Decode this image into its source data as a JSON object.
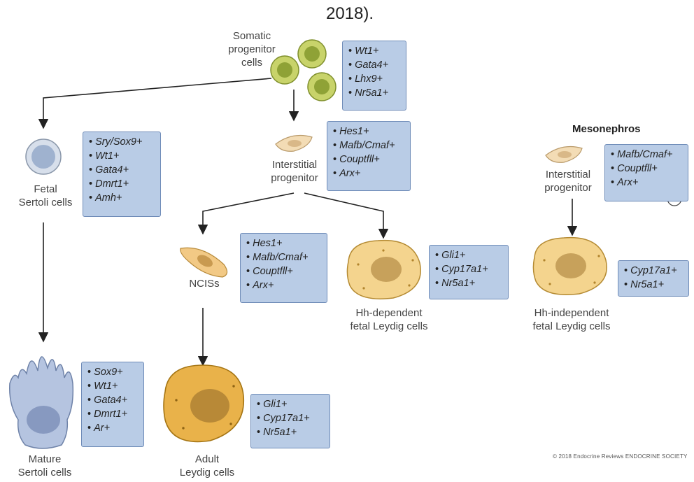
{
  "caption_fragment": "2018).",
  "somatic": {
    "label_line1": "Somatic",
    "label_line2": "progenitor",
    "label_line3": "cells",
    "markers": [
      "Wt1+",
      "Gata4+",
      "Lhx9+",
      "Nr5a1+"
    ]
  },
  "fetal_sertoli": {
    "label_line1": "Fetal",
    "label_line2": "Sertoli cells",
    "markers": [
      "Sry/Sox9+",
      "Wt1+",
      "Gata4+",
      "Dmrt1+",
      "Amh+"
    ]
  },
  "interstitial": {
    "label_line1": "Interstitial",
    "label_line2": "progenitor",
    "markers": [
      "Hes1+",
      "Mafb/Cmaf+",
      "Couptfll+",
      "Arx+"
    ]
  },
  "mesonephros": {
    "heading": "Mesonephros",
    "label_line1": "Interstitial",
    "label_line2": "progenitor",
    "markers": [
      "Mafb/Cmaf+",
      "Couptfll+",
      "Arx+"
    ],
    "question_mark": "?"
  },
  "ncis": {
    "label": "NCISs",
    "markers": [
      "Hes1+",
      "Mafb/Cmaf+",
      "Couptfll+",
      "Arx+"
    ]
  },
  "hh_dependent": {
    "label_line1": "Hh-dependent",
    "label_line2": "fetal Leydig cells",
    "markers": [
      "Gli1+",
      "Cyp17a1+",
      "Nr5a1+"
    ]
  },
  "hh_independent": {
    "label_line1": "Hh-independent",
    "label_line2": "fetal Leydig cells",
    "markers": [
      "Cyp17a1+",
      "Nr5a1+"
    ]
  },
  "mature_sertoli": {
    "label_line1": "Mature",
    "label_line2": "Sertoli cells",
    "markers": [
      "Sox9+",
      "Wt1+",
      "Gata4+",
      "Dmrt1+",
      "Ar+"
    ]
  },
  "adult_leydig": {
    "label_line1": "Adult",
    "label_line2": "Leydig cells",
    "markers": [
      "Gli1+",
      "Cyp17a1+",
      "Nr5a1+"
    ]
  },
  "credit": "© 2018 Endocrine Reviews ENDOCRINE SOCIETY",
  "colors": {
    "marker_box_fill": "#b9cce6",
    "marker_box_border": "#6f8cb8",
    "somatic_cell": "#a8b94a",
    "leydig_cell": "#f0c878",
    "adult_leydig_cell": "#e3a93a",
    "sertoli_cell": "#a9bcdc",
    "arrow": "#222222"
  }
}
